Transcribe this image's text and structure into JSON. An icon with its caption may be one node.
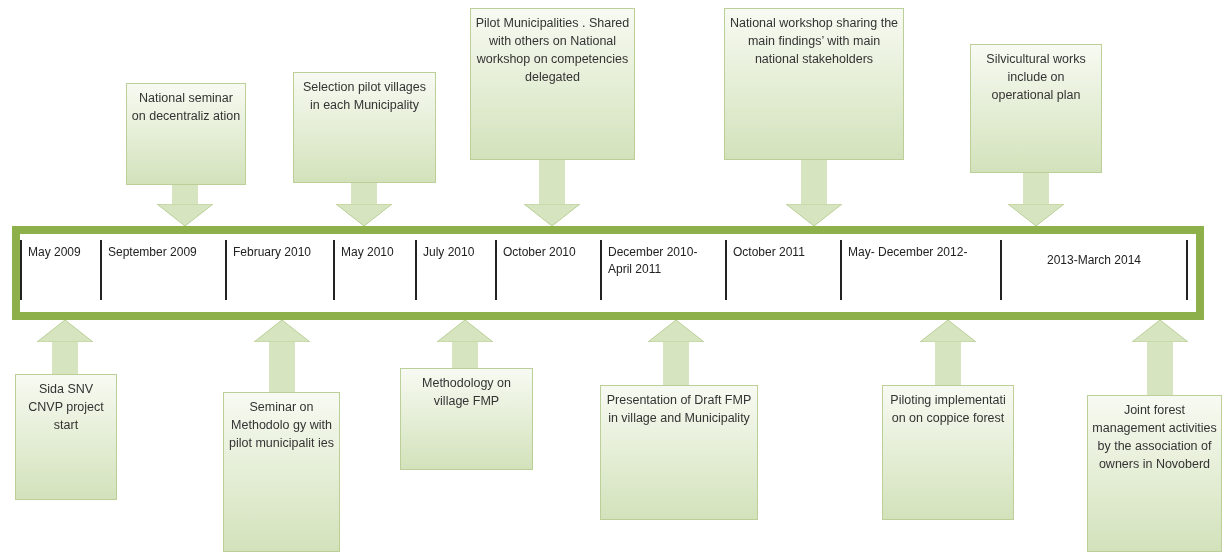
{
  "diagram": {
    "nodes": [
      {
        "text": [],
        "shape": "bar"
      },
      {
        "text": [
          "May 2009"
        ],
        "in": 0
      },
      {
        "text": [
          "September 2009"
        ],
        "in": 0
      },
      {
        "text": [
          "February 2010"
        ],
        "in": 0
      },
      {
        "text": [
          "May 2010"
        ],
        "in": 0
      },
      {
        "text": [
          "July 2010"
        ],
        "in": 0
      },
      {
        "text": [
          "October 2010"
        ],
        "in": 0
      },
      {
        "text": [
          "December 2010- April 2011"
        ],
        "in": 0
      },
      {
        "text": [
          "October 2011"
        ],
        "in": 0
      },
      {
        "text": [
          "May- December 2012-"
        ],
        "in": 0
      },
      {
        "text": [
          "2013-March 2014"
        ],
        "in": 0
      },
      {
        "text": [
          "National seminar on decentraliz ation"
        ]
      },
      {
        "text": [
          "Selection pilot villages in each Municipality"
        ]
      },
      {
        "text": [
          "Pilot Municipalities . Shared with others on National workshop on competencies delegated"
        ]
      },
      {
        "text": [
          "National workshop sharing the main findings’ with main national stakeholders"
        ]
      },
      {
        "text": [
          "Silvicultural works include on operational plan"
        ]
      },
      {
        "text": [
          "Sida SNV CNVP project start"
        ]
      },
      {
        "text": [
          "Seminar on Methodolo gy with pilot municipalit ies"
        ]
      },
      {
        "text": [
          "Methodology on village FMP"
        ]
      },
      {
        "text": [
          "Presentation of Draft FMP in village and Municipality"
        ]
      },
      {
        "text": [
          "Piloting implementati on on coppice forest"
        ]
      },
      {
        "text": [
          "Joint forest management activities by the association of owners in Novoberd"
        ]
      }
    ],
    "edges": [
      {
        "from": 11,
        "to": 2,
        "arrow": "to"
      },
      {
        "from": 12,
        "to": 4,
        "arrow": "to"
      },
      {
        "from": 13,
        "to": 6,
        "arrow": "to"
      },
      {
        "from": 14,
        "to": 8,
        "arrow": "to"
      },
      {
        "from": 15,
        "to": 10,
        "arrow": "to"
      },
      {
        "from": 16,
        "to": 1,
        "arrow": "to"
      },
      {
        "from": 17,
        "to": 3,
        "arrow": "to"
      },
      {
        "from": 18,
        "to": 5,
        "arrow": "to"
      },
      {
        "from": 19,
        "to": 7,
        "arrow": "to"
      },
      {
        "from": 20,
        "to": 9,
        "arrow": "to"
      },
      {
        "from": 21,
        "to": 10,
        "arrow": "to"
      }
    ]
  }
}
